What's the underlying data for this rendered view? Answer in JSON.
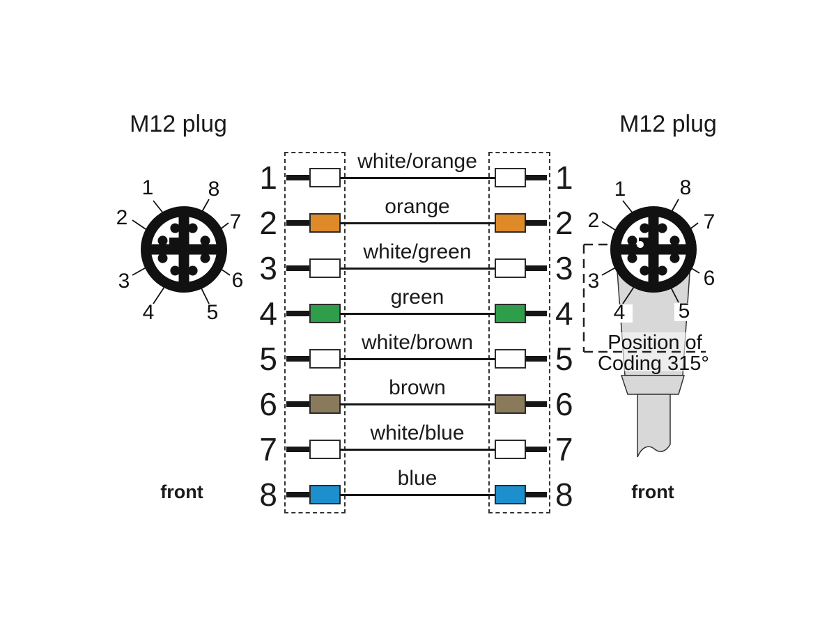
{
  "left_plug": {
    "title": "M12 plug",
    "front_label": "front",
    "pin_labels": [
      "1",
      "2",
      "3",
      "4",
      "5",
      "6",
      "7",
      "8"
    ]
  },
  "right_plug": {
    "title": "M12 plug",
    "front_label": "front",
    "pin_labels": [
      "1",
      "2",
      "3",
      "4",
      "5",
      "6",
      "7",
      "8"
    ],
    "coding_line1": "Position of",
    "coding_line2": "Coding 315°"
  },
  "wiring": {
    "rows": [
      {
        "pin": "1",
        "color_name": "white/orange",
        "color": "#ffffff"
      },
      {
        "pin": "2",
        "color_name": "orange",
        "color": "#df8a28"
      },
      {
        "pin": "3",
        "color_name": "white/green",
        "color": "#ffffff"
      },
      {
        "pin": "4",
        "color_name": "green",
        "color": "#2f9e4b"
      },
      {
        "pin": "5",
        "color_name": "white/brown",
        "color": "#ffffff"
      },
      {
        "pin": "6",
        "color_name": "brown",
        "color": "#8a7a5c"
      },
      {
        "pin": "7",
        "color_name": "white/blue",
        "color": "#ffffff"
      },
      {
        "pin": "8",
        "color_name": "blue",
        "color": "#1d8fcc"
      }
    ]
  },
  "palette": {
    "line": "#161616",
    "connector_black": "#111111",
    "body_gray": "#d8d8d8"
  }
}
